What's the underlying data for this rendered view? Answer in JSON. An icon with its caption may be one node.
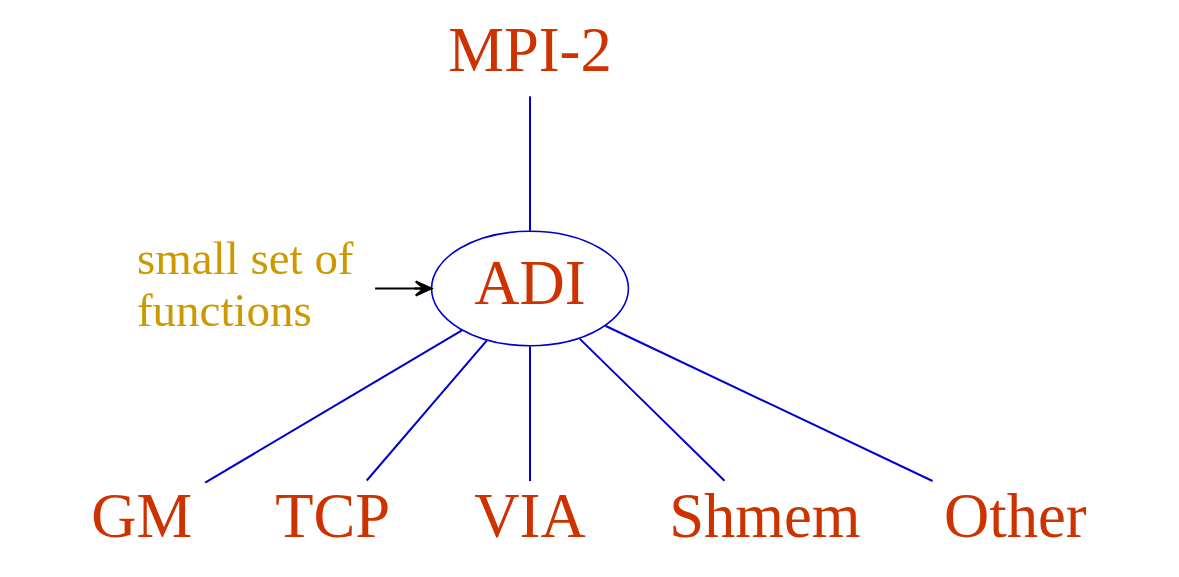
{
  "diagram": {
    "nodes": [
      {
        "text": [
          "MPI-2"
        ]
      },
      {
        "text": [
          "ADI"
        ]
      },
      {
        "text": [
          "small set of functions"
        ]
      },
      {
        "text": [
          "GM"
        ]
      },
      {
        "text": [
          "TCP"
        ]
      },
      {
        "text": [
          "VIA"
        ]
      },
      {
        "text": [
          "Shmem"
        ]
      },
      {
        "text": [
          "Other"
        ]
      }
    ],
    "edges": [
      {
        "from": 0,
        "to": 1,
        "arrow": "none"
      },
      {
        "from": 2,
        "to": 1,
        "arrow": "to",
        "color": "#000000"
      },
      {
        "from": 1,
        "to": 3,
        "arrow": "none"
      },
      {
        "from": 1,
        "to": 4,
        "arrow": "none"
      },
      {
        "from": 1,
        "to": 5,
        "arrow": "none"
      },
      {
        "from": 1,
        "to": 6,
        "arrow": "none"
      },
      {
        "from": 1,
        "to": 7,
        "arrow": "none"
      }
    ]
  }
}
